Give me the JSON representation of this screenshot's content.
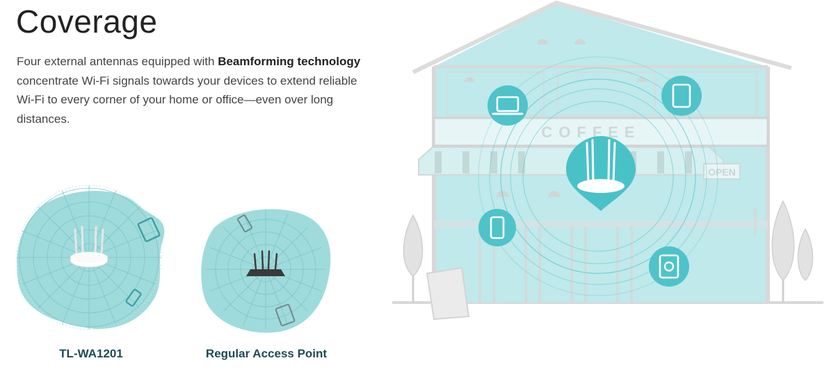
{
  "section": {
    "title": "Coverage",
    "description_parts": [
      "Four external antennas equipped with ",
      "Beamforming technology",
      " concentrate Wi-Fi signals towards your devices to extend reliable Wi-Fi to every corner of your home or office—even over long distances."
    ]
  },
  "comparison": {
    "left_caption": "TL-WA1201",
    "right_caption": "Regular Access Point"
  },
  "scene": {
    "sign_text": "COFFEE",
    "open_sign": "OPEN",
    "colors": {
      "coverage_teal": "#9fdbdb",
      "glass_teal": "#bfe9eb",
      "device_circle": "#4fc3c9",
      "house_gray": "#d8d8d8"
    }
  }
}
